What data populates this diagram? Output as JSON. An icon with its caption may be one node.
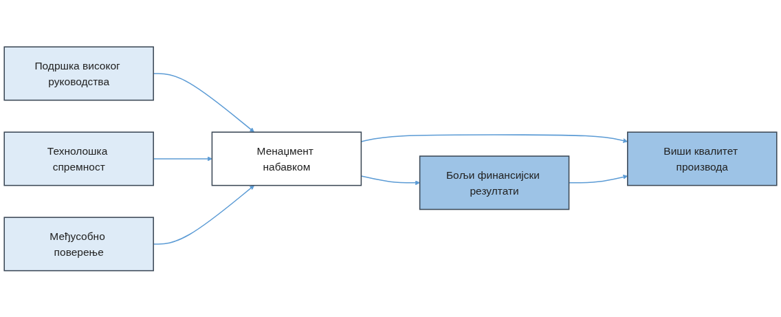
{
  "diagram": {
    "nodes": [
      {
        "text": [
          "Подршка високог руководства"
        ]
      },
      {
        "text": [
          "Технолошка спремност"
        ]
      },
      {
        "text": [
          "Међусобно поверење"
        ]
      },
      {
        "text": [
          "Менаџмент набавком"
        ]
      },
      {
        "text": [
          "Виши квалитет производа"
        ]
      },
      {
        "text": [
          "Бољи финансијски резултати"
        ]
      }
    ],
    "edges": [
      {
        "from": 0,
        "to": 3,
        "arrow": "to"
      },
      {
        "from": 1,
        "to": 3,
        "arrow": "to"
      },
      {
        "from": 2,
        "to": 3,
        "arrow": "to"
      },
      {
        "from": 3,
        "to": 4,
        "arrow": "to"
      },
      {
        "from": 3,
        "to": 5,
        "arrow": "to"
      },
      {
        "from": 5,
        "to": 4,
        "arrow": "to"
      }
    ]
  }
}
